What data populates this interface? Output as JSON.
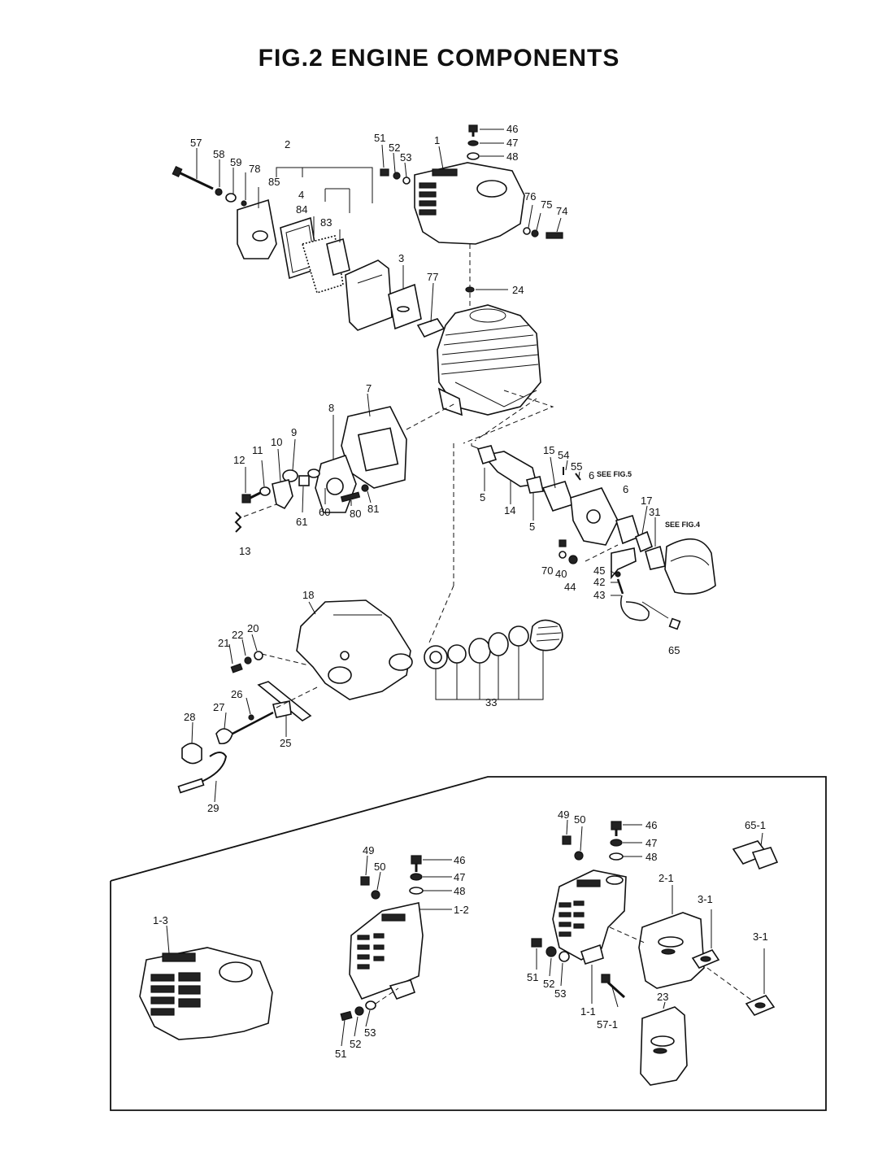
{
  "title": "FIG.2  ENGINE COMPONENTS",
  "labels": {
    "p57": "57",
    "p58": "58",
    "p59": "59",
    "p78": "78",
    "p85": "85",
    "p2": "2",
    "p4": "4",
    "p84": "84",
    "p83": "83",
    "p3": "3",
    "p77": "77",
    "p51": "51",
    "p52": "52",
    "p53": "53",
    "p1": "1",
    "p46": "46",
    "p47": "47",
    "p48": "48",
    "p76": "76",
    "p75": "75",
    "p74": "74",
    "p24": "24",
    "p7": "7",
    "p8": "8",
    "p9": "9",
    "p10": "10",
    "p11": "11",
    "p12": "12",
    "p13": "13",
    "p61": "61",
    "p60": "60",
    "p80": "80",
    "p81": "81",
    "p15": "15",
    "p54": "54",
    "p55": "55",
    "p6a": "6",
    "p6b": "6",
    "p5a": "5",
    "p14": "14",
    "p5b": "5",
    "p17": "17",
    "p31": "31",
    "p70": "70",
    "p40": "40",
    "p44": "44",
    "p45": "45",
    "p42": "42",
    "p43": "43",
    "p65": "65",
    "p18": "18",
    "p20": "20",
    "p21": "21",
    "p22": "22",
    "p26": "26",
    "p27": "27",
    "p28": "28",
    "p25": "25",
    "p29": "29",
    "p33": "33",
    "i49a": "49",
    "i50a": "50",
    "i46a": "46",
    "i47a": "47",
    "i48a": "48",
    "i12": "1-2",
    "i13": "1-3",
    "i51a": "51",
    "i52a": "52",
    "i53a": "53",
    "i49b": "49",
    "i50b": "50",
    "i46b": "46",
    "i47b": "47",
    "i48b": "48",
    "i651": "65-1",
    "i21": "2-1",
    "i31a": "3-1",
    "i31b": "3-1",
    "i51b": "51",
    "i52b": "52",
    "i53b": "53",
    "i11": "1-1",
    "i571": "57-1",
    "i23": "23"
  },
  "notes": {
    "see_fig5": "SEE FIG.5",
    "see_fig4": "SEE FIG.4"
  }
}
